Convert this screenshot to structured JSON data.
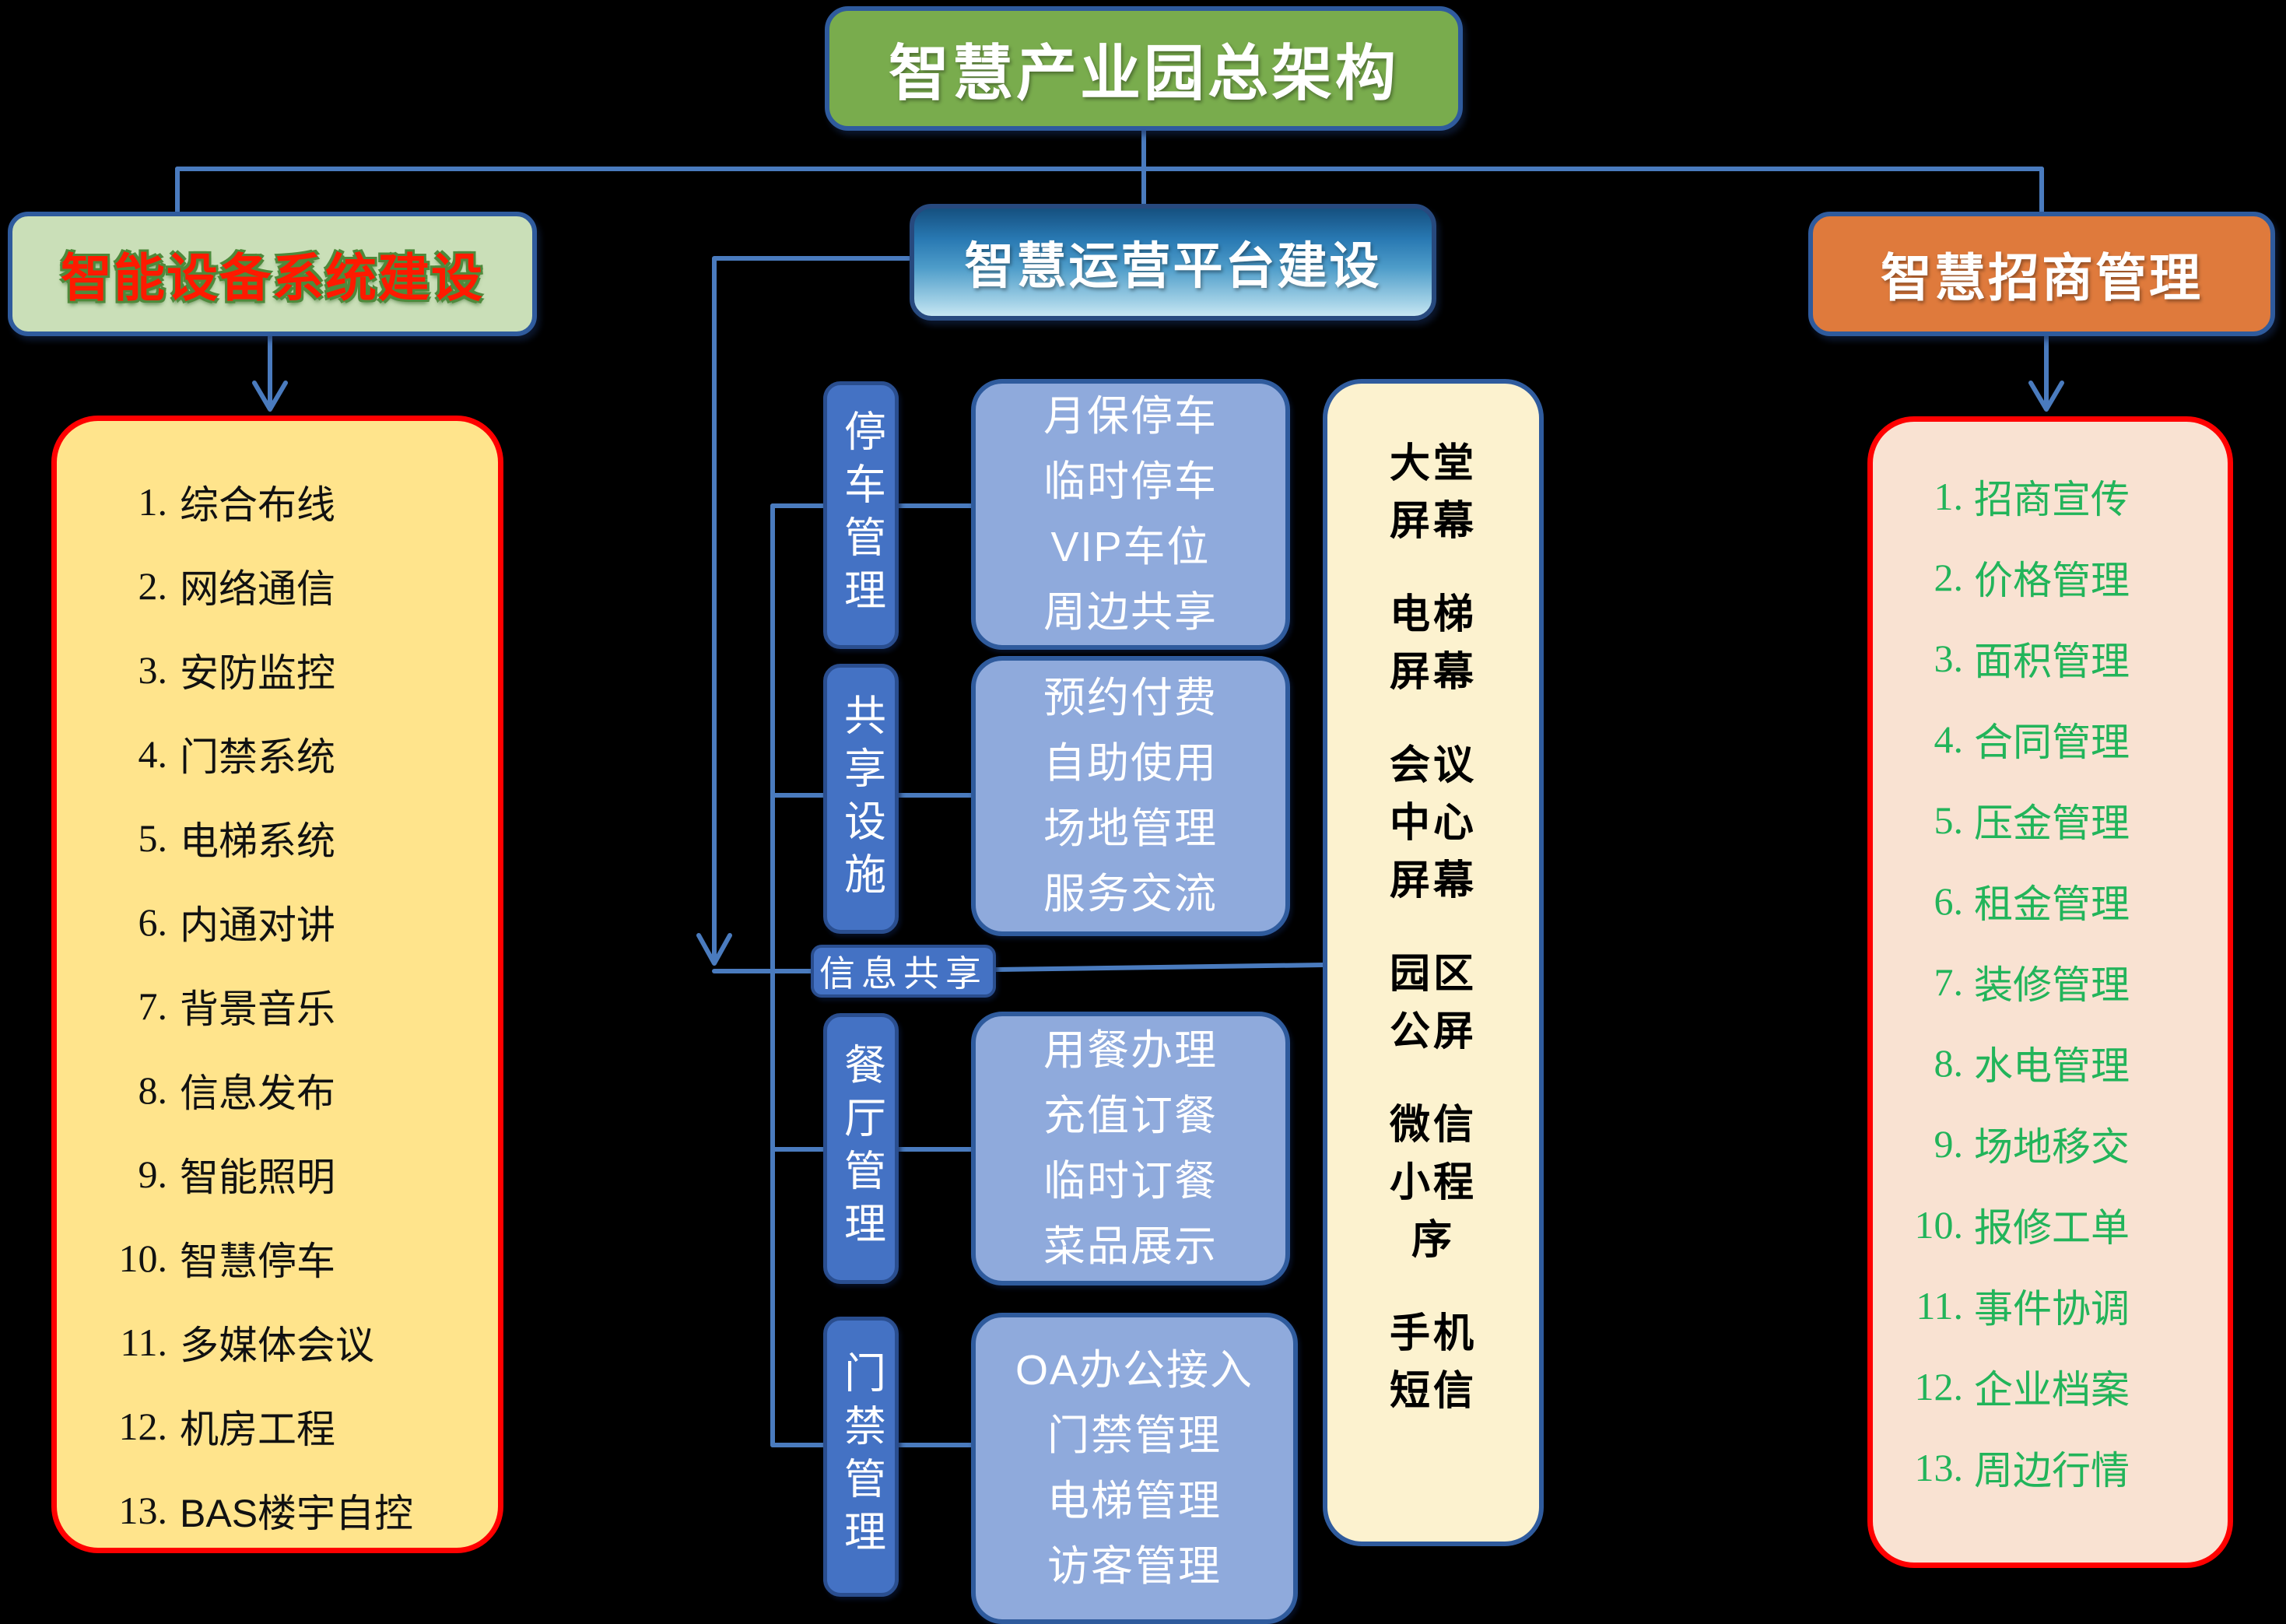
{
  "title": "智慧产业园总架构",
  "left": {
    "header": "智能设备系统建设",
    "items": [
      {
        "num": "1.",
        "text": "综合布线"
      },
      {
        "num": "2.",
        "text": "网络通信"
      },
      {
        "num": "3.",
        "text": "安防监控"
      },
      {
        "num": "4.",
        "text": "门禁系统"
      },
      {
        "num": "5.",
        "text": "电梯系统"
      },
      {
        "num": "6.",
        "text": "内通对讲"
      },
      {
        "num": "7.",
        "text": "背景音乐"
      },
      {
        "num": "8.",
        "text": "信息发布"
      },
      {
        "num": "9.",
        "text": "智能照明"
      },
      {
        "num": "10.",
        "text": "智慧停车"
      },
      {
        "num": "11.",
        "text": "多媒体会议"
      },
      {
        "num": "12.",
        "text": "机房工程"
      },
      {
        "num": "13.",
        "text": "BAS楼宇自控"
      }
    ]
  },
  "middle": {
    "header": "智慧运营平台建设",
    "info_share_label": "信息共享",
    "groups": [
      {
        "label": "停车管理",
        "lines": [
          "月保停车",
          "临时停车",
          "VIP车位",
          "周边共享"
        ]
      },
      {
        "label": "共享设施",
        "lines": [
          "预约付费",
          "自助使用",
          "场地管理",
          "服务交流"
        ]
      },
      {
        "label": "餐厅管理",
        "lines": [
          "用餐办理",
          "充值订餐",
          "临时订餐",
          "菜品展示"
        ]
      },
      {
        "label": "门禁管理",
        "lines": [
          "OA办公接入",
          "门禁管理",
          "电梯管理",
          "访客管理"
        ]
      }
    ],
    "channels": [
      "大堂屏幕",
      "电梯屏幕",
      "会议中心屏幕",
      "园区公屏",
      "微信小程序",
      "手机短信"
    ]
  },
  "right": {
    "header": "智慧招商管理",
    "items": [
      {
        "num": "1.",
        "text": "招商宣传"
      },
      {
        "num": "2.",
        "text": "价格管理"
      },
      {
        "num": "3.",
        "text": "面积管理"
      },
      {
        "num": "4.",
        "text": "合同管理"
      },
      {
        "num": "5.",
        "text": "压金管理"
      },
      {
        "num": "6.",
        "text": "租金管理"
      },
      {
        "num": "7.",
        "text": "装修管理"
      },
      {
        "num": "8.",
        "text": "水电管理"
      },
      {
        "num": "9.",
        "text": "场地移交"
      },
      {
        "num": "10.",
        "text": "报修工单"
      },
      {
        "num": "11.",
        "text": "事件协调"
      },
      {
        "num": "12.",
        "text": "企业档案"
      },
      {
        "num": "13.",
        "text": "周边行情"
      }
    ]
  },
  "colors": {
    "background": "#000000",
    "connector": "#4A7BBE",
    "top_box_fill": "#79AC4D",
    "box_border_blue": "#2F5B9D",
    "left_header_fill": "#CADFB8",
    "left_header_text": "#FF1A00",
    "left_header_text_outline": "#4E8A3C",
    "left_list_fill": "#FFE48C",
    "list_border_red": "#FF0000",
    "mid_header_gradient_top": "#15507F",
    "mid_header_gradient_bottom": "#C6E6F2",
    "category_label_fill": "#4472C4",
    "detail_box_fill": "#8FAADC",
    "channel_box_fill": "#FCF2CF",
    "right_header_fill": "#DF7A3C",
    "right_list_fill": "#F9E2D2",
    "right_item_text": "#22B45A"
  }
}
